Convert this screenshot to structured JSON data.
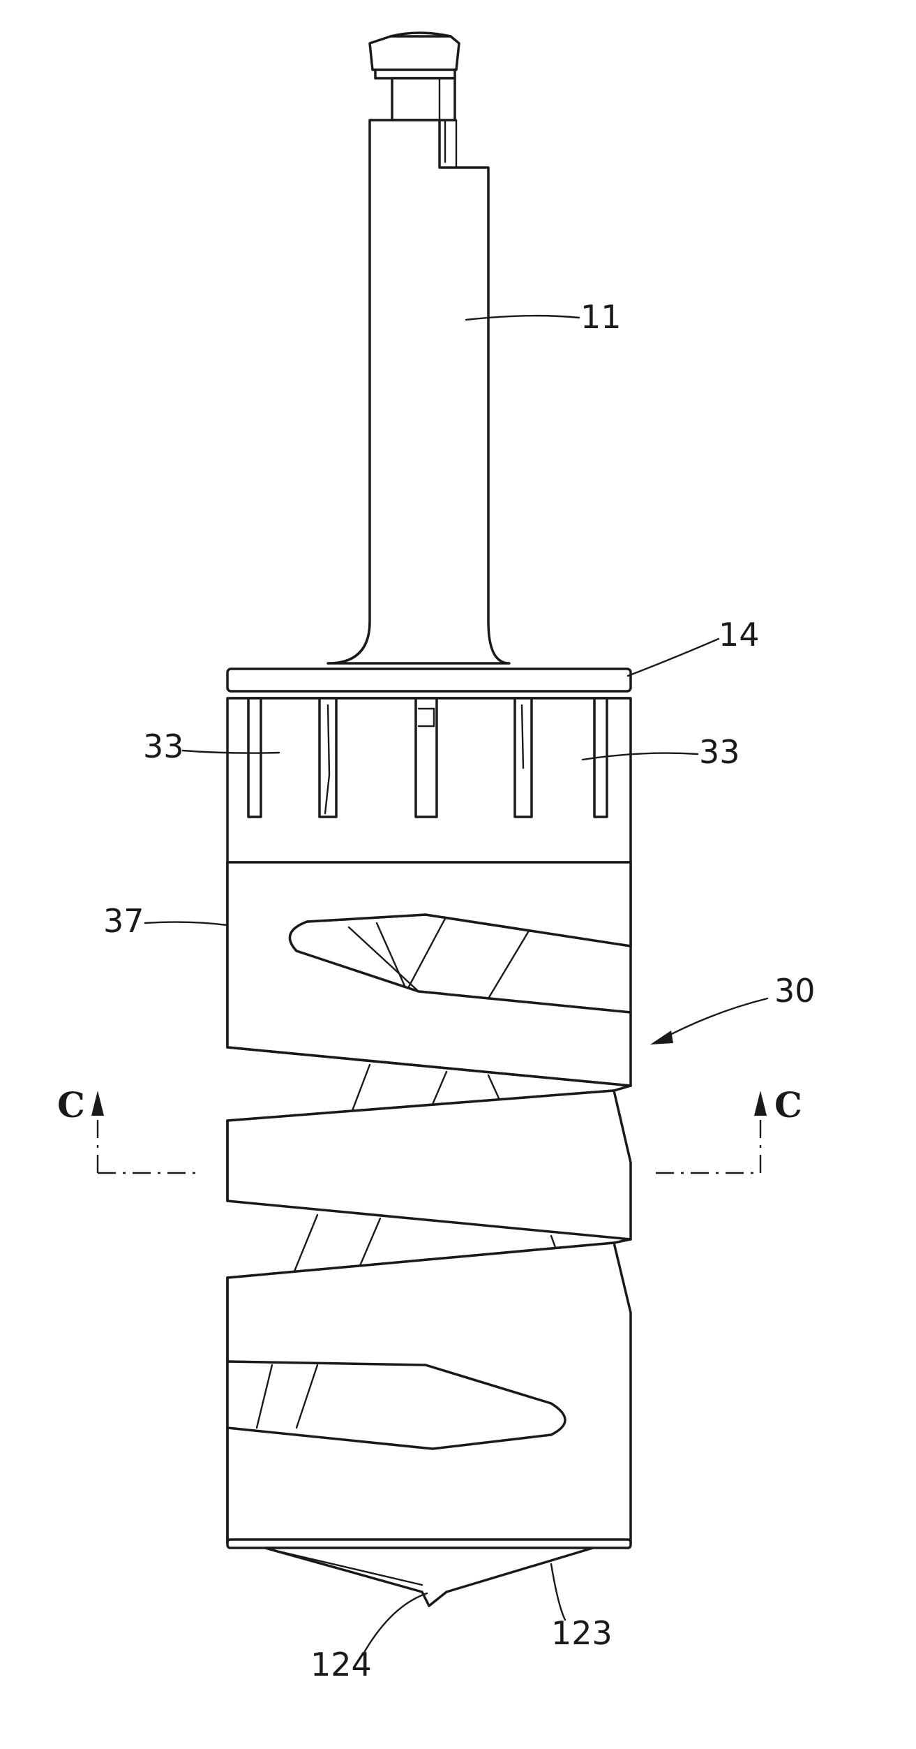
{
  "labels": {
    "shank": "11",
    "flange": "14",
    "slot_left": "33",
    "slot_right": "33",
    "body_edge": "37",
    "helix_body": "30",
    "cutting_edge": "123",
    "tip": "124"
  },
  "section": {
    "left_mark": "C",
    "right_mark": "C"
  }
}
